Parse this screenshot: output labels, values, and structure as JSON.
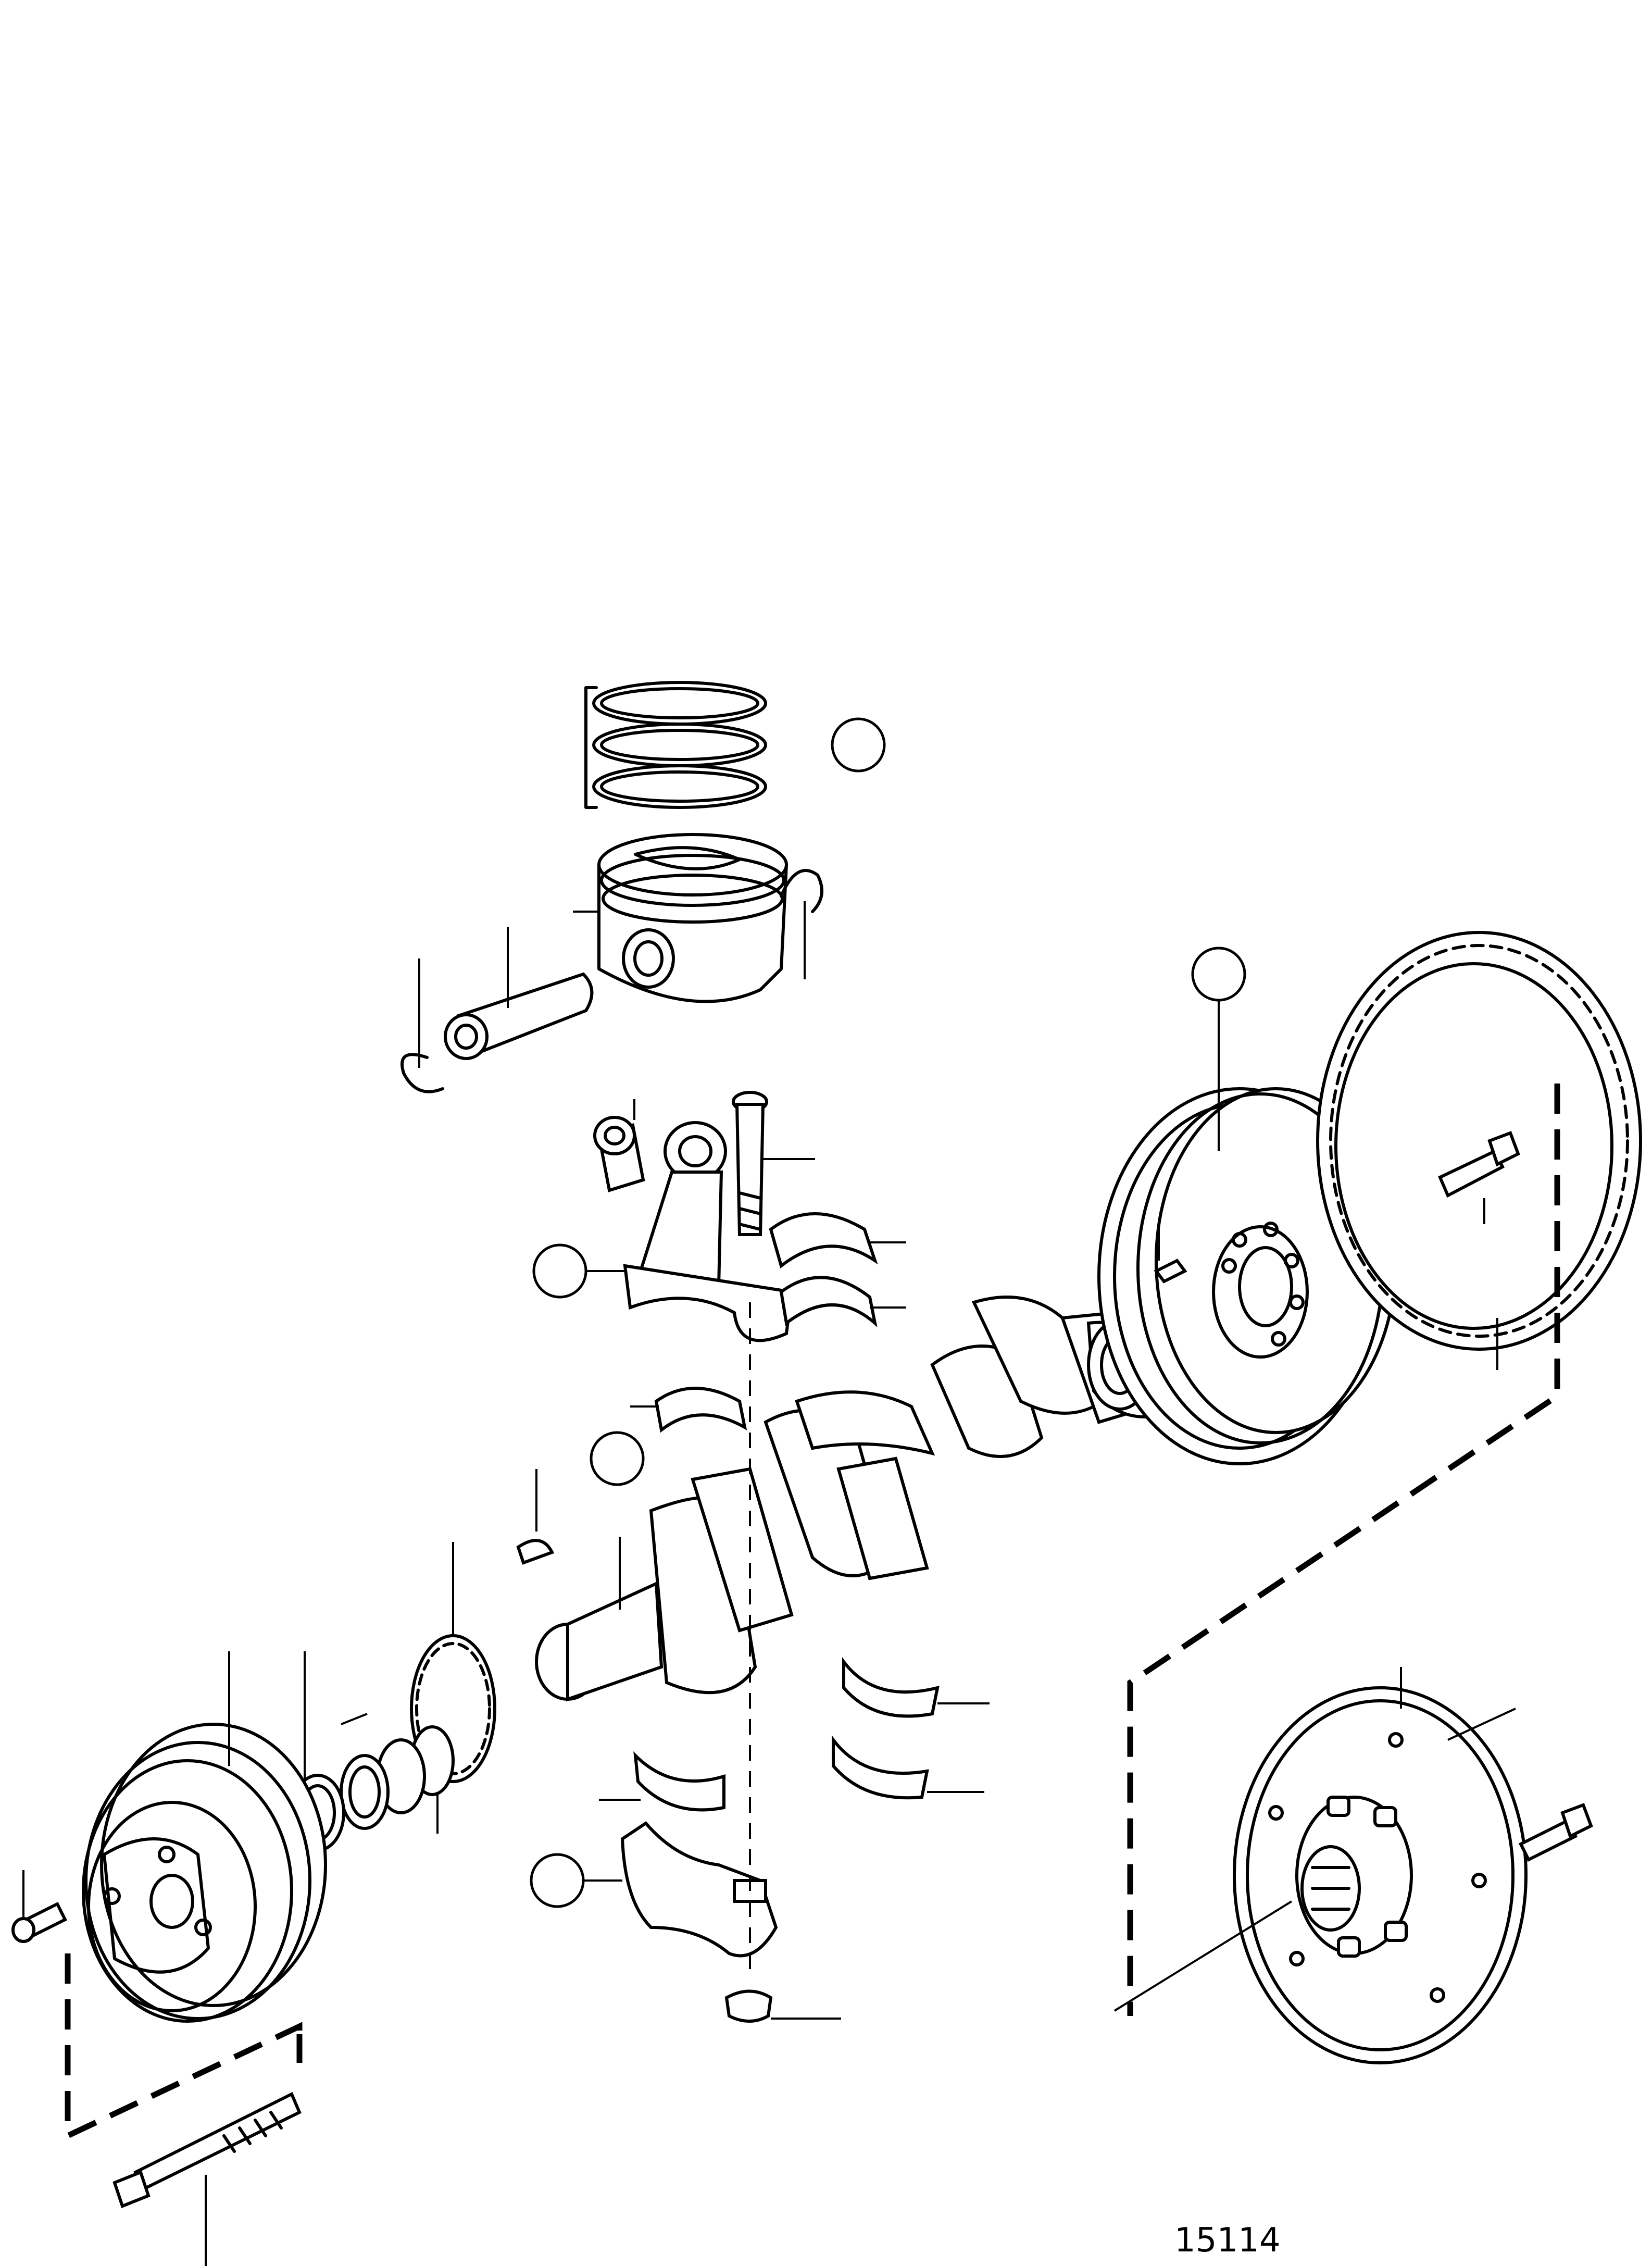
{
  "figure": {
    "number": "15114"
  },
  "parts": [
    {
      "name": "piston-rings"
    },
    {
      "name": "piston"
    },
    {
      "name": "piston-pin"
    },
    {
      "name": "circlip"
    },
    {
      "name": "connecting-rod"
    },
    {
      "name": "bushing"
    },
    {
      "name": "rod-bolt"
    },
    {
      "name": "big-end-bearing-shells"
    },
    {
      "name": "crankshaft"
    },
    {
      "name": "woodruff-key"
    },
    {
      "name": "timing-gear"
    },
    {
      "name": "front-seal-rings"
    },
    {
      "name": "crankshaft-pulley"
    },
    {
      "name": "pulley-bolt"
    },
    {
      "name": "main-bearing-shells"
    },
    {
      "name": "main-bearing-cap"
    },
    {
      "name": "cap-nut"
    },
    {
      "name": "flywheel"
    },
    {
      "name": "ring-gear"
    },
    {
      "name": "flywheel-bolt"
    },
    {
      "name": "guide-pin"
    },
    {
      "name": "damper-plate"
    },
    {
      "name": "damper-bolt"
    }
  ]
}
